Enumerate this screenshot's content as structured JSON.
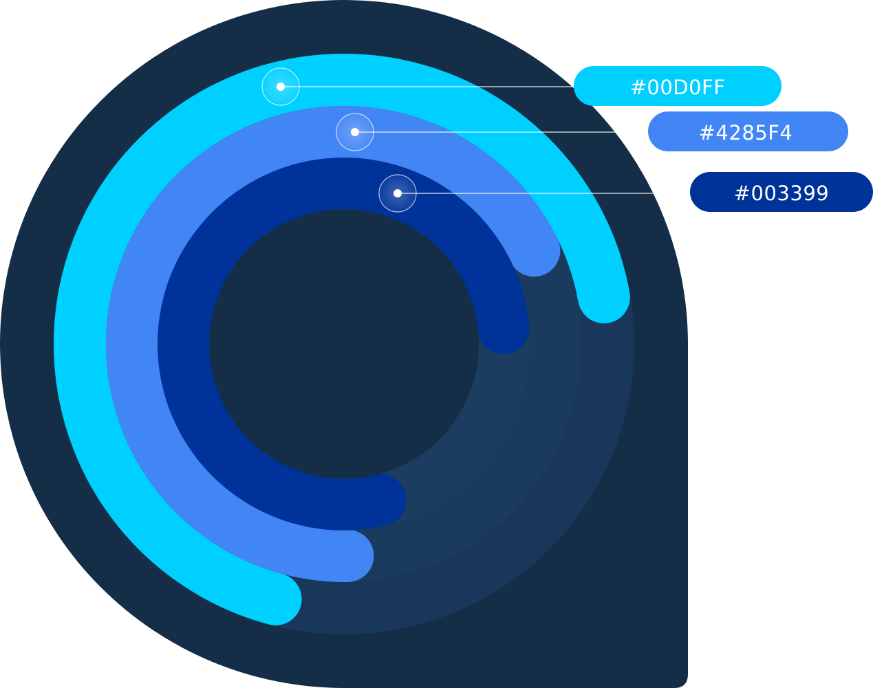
{
  "colors": {
    "panel": "#152e48",
    "track": "#1b3a5c",
    "track_outer_ring": "#173352",
    "center_hole": "#152e48",
    "leader_line": "#ffffff"
  },
  "rings": [
    {
      "name": "outer-ring",
      "color": "#00D0FF",
      "fraction": 0.68,
      "label": "#00D0FF"
    },
    {
      "name": "middle-ring",
      "color": "#4285F4",
      "fraction": 0.68,
      "label": "#4285F4"
    },
    {
      "name": "inner-ring",
      "color": "#003399",
      "fraction": 0.77,
      "label": "#003399"
    }
  ],
  "labels": {
    "outer": "#00D0FF",
    "middle": "#4285F4",
    "inner": "#003399"
  }
}
